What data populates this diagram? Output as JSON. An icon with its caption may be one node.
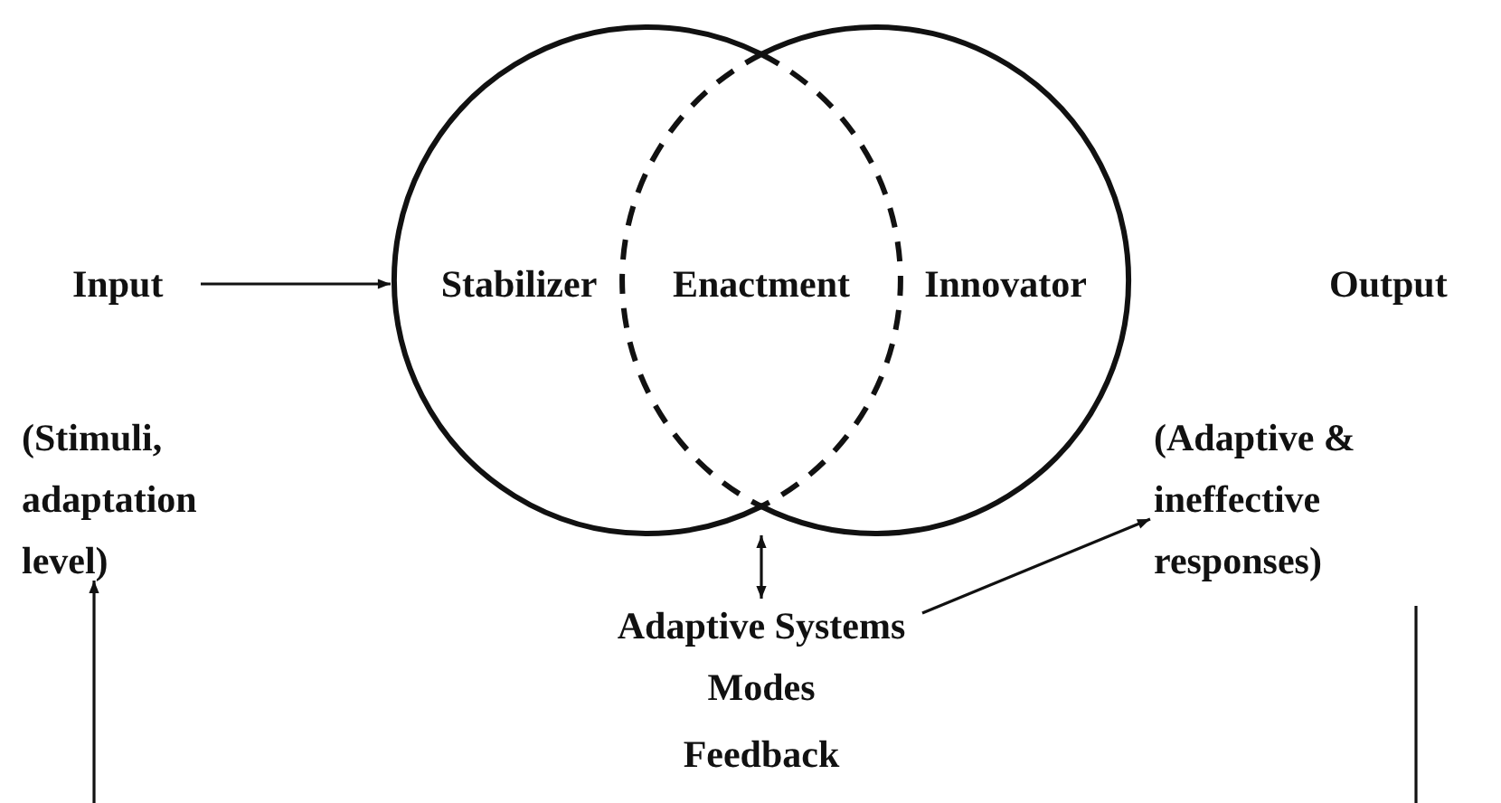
{
  "diagram": {
    "nodes": [
      {
        "text": [
          "Input"
        ]
      },
      {
        "text": [
          "Stabilizer"
        ]
      },
      {
        "text": [
          "Enactment"
        ]
      },
      {
        "text": [
          "Innovator"
        ]
      },
      {
        "text": [
          "Output"
        ]
      },
      {
        "text": [
          "(Stimuli, adaptation level)"
        ]
      },
      {
        "text": [
          "(Adaptive & ineffective responses)"
        ]
      },
      {
        "text": [
          "Adaptive Systems Modes"
        ]
      }
    ],
    "edges": [
      {
        "from": 0,
        "to": 1,
        "arrow": "to"
      },
      {
        "from": 2,
        "to": 7,
        "arrow": "both"
      },
      {
        "from": 7,
        "to": 6,
        "arrow": "to"
      },
      {
        "from": 6,
        "to": null,
        "arrow": "none"
      },
      {
        "from": null,
        "to": 5,
        "arrow": "to"
      }
    ],
    "labels": [
      "Feedback"
    ]
  }
}
